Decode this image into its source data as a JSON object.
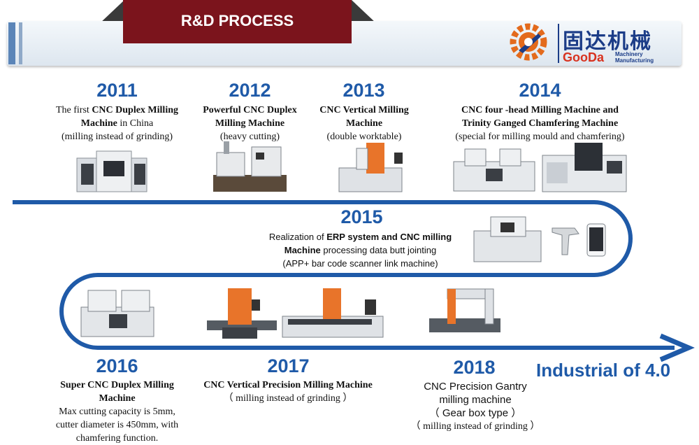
{
  "header": {
    "title": "R&D PROCESS",
    "logo_cn": "固达机械",
    "logo_en": "GooDa",
    "logo_sub_1": "Machinery",
    "logo_sub_2": "Manufacturing"
  },
  "milestones": {
    "y2011": {
      "year": "2011",
      "l1a": "The first ",
      "l1b": "CNC Duplex Milling",
      "l2a": "Machine",
      "l2b": " in China",
      "l3": "(milling instead of grinding)"
    },
    "y2012": {
      "year": "2012",
      "l1": "Powerful CNC Duplex",
      "l2": "Milling Machine",
      "l3": "(heavy cutting)"
    },
    "y2013": {
      "year": "2013",
      "l1": "CNC Vertical Milling",
      "l2": "Machine",
      "l3": "(double worktable)"
    },
    "y2014": {
      "year": "2014",
      "l1": "CNC four -head Milling Machine and",
      "l2": "Trinity Ganged Chamfering Machine",
      "l3": "(special for milling mould and chamfering)"
    },
    "y2015": {
      "year": "2015",
      "l1a": "Realization of ",
      "l1b": "ERP system and CNC milling",
      "l2a": "Machine",
      "l2b": " processing data butt jointing",
      "l3": "(APP+ bar code scanner link machine)"
    },
    "y2016": {
      "year": "2016",
      "l1": "Super CNC Duplex Milling",
      "l2": "Machine",
      "l3": "Max cutting capacity  is 5mm,",
      "l4": "cutter diameter is 450mm, with",
      "l5": "chamfering function."
    },
    "y2017": {
      "year": "2017",
      "l1": "CNC Vertical Precision Milling Machine",
      "l2": "（  milling instead of grinding  ）"
    },
    "y2018": {
      "year": "2018",
      "l1": "CNC Precision Gantry",
      "l2": "milling machine",
      "l3": "（ Gear box type ）",
      "l4": "（  milling instead of grinding  ）"
    }
  },
  "arrow_label": "Industrial of 4.0",
  "colors": {
    "accent": "#1f5aa8",
    "tab": "#7b141c",
    "logo_red": "#d8321f",
    "logo_blue": "#1b3c87"
  }
}
